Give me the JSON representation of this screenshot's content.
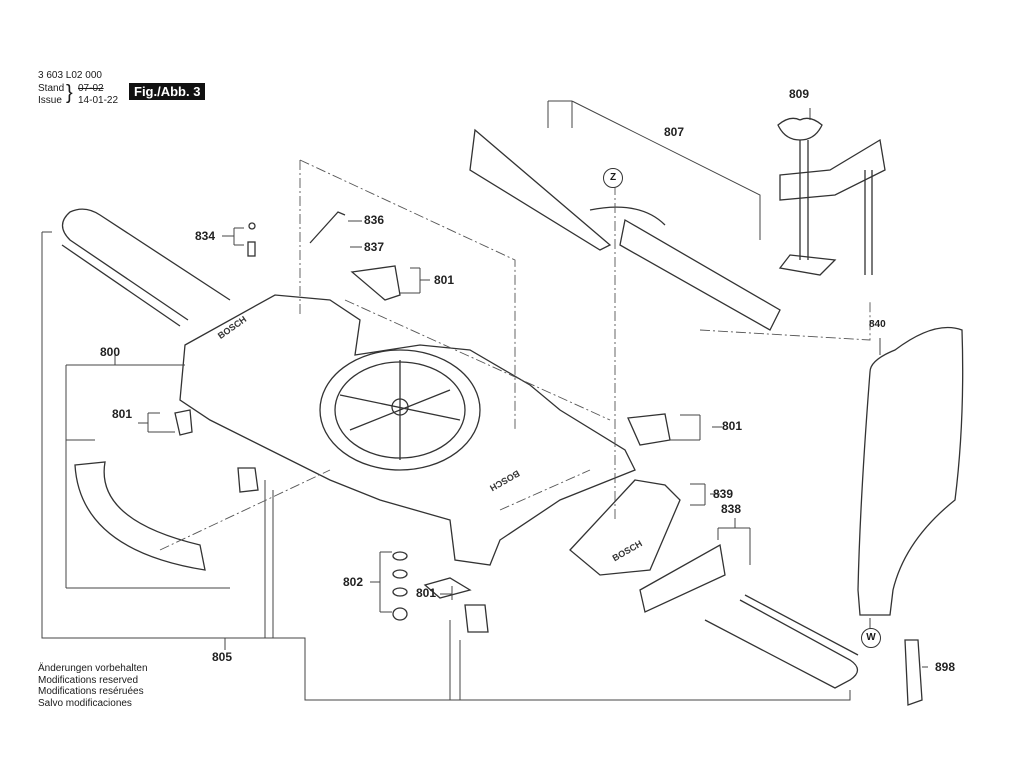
{
  "header": {
    "part_number": "3 603 L02 000",
    "stand_label": "Stand",
    "issue_label": "Issue",
    "stand_date_struck": "07-02",
    "issue_date": "14-01-22",
    "figure_label": "Fig./Abb. 3"
  },
  "labels": {
    "p800": "800",
    "p801a": "801",
    "p801b": "801",
    "p801c": "801",
    "p801d": "801",
    "p802": "802",
    "p805": "805",
    "p807": "807",
    "p809": "809",
    "p834": "834",
    "p836": "836",
    "p837": "837",
    "p838": "838",
    "p839": "839",
    "p840": "840",
    "p898": "898"
  },
  "markers": {
    "z": "Z",
    "w": "W"
  },
  "brand_marks": [
    "BOSCH",
    "BOSCH",
    "BOSCH"
  ],
  "footer": [
    "Änderungen vorbehalten",
    "Modifications reserved",
    "Modifications reséruées",
    "Salvo modificaciones"
  ]
}
